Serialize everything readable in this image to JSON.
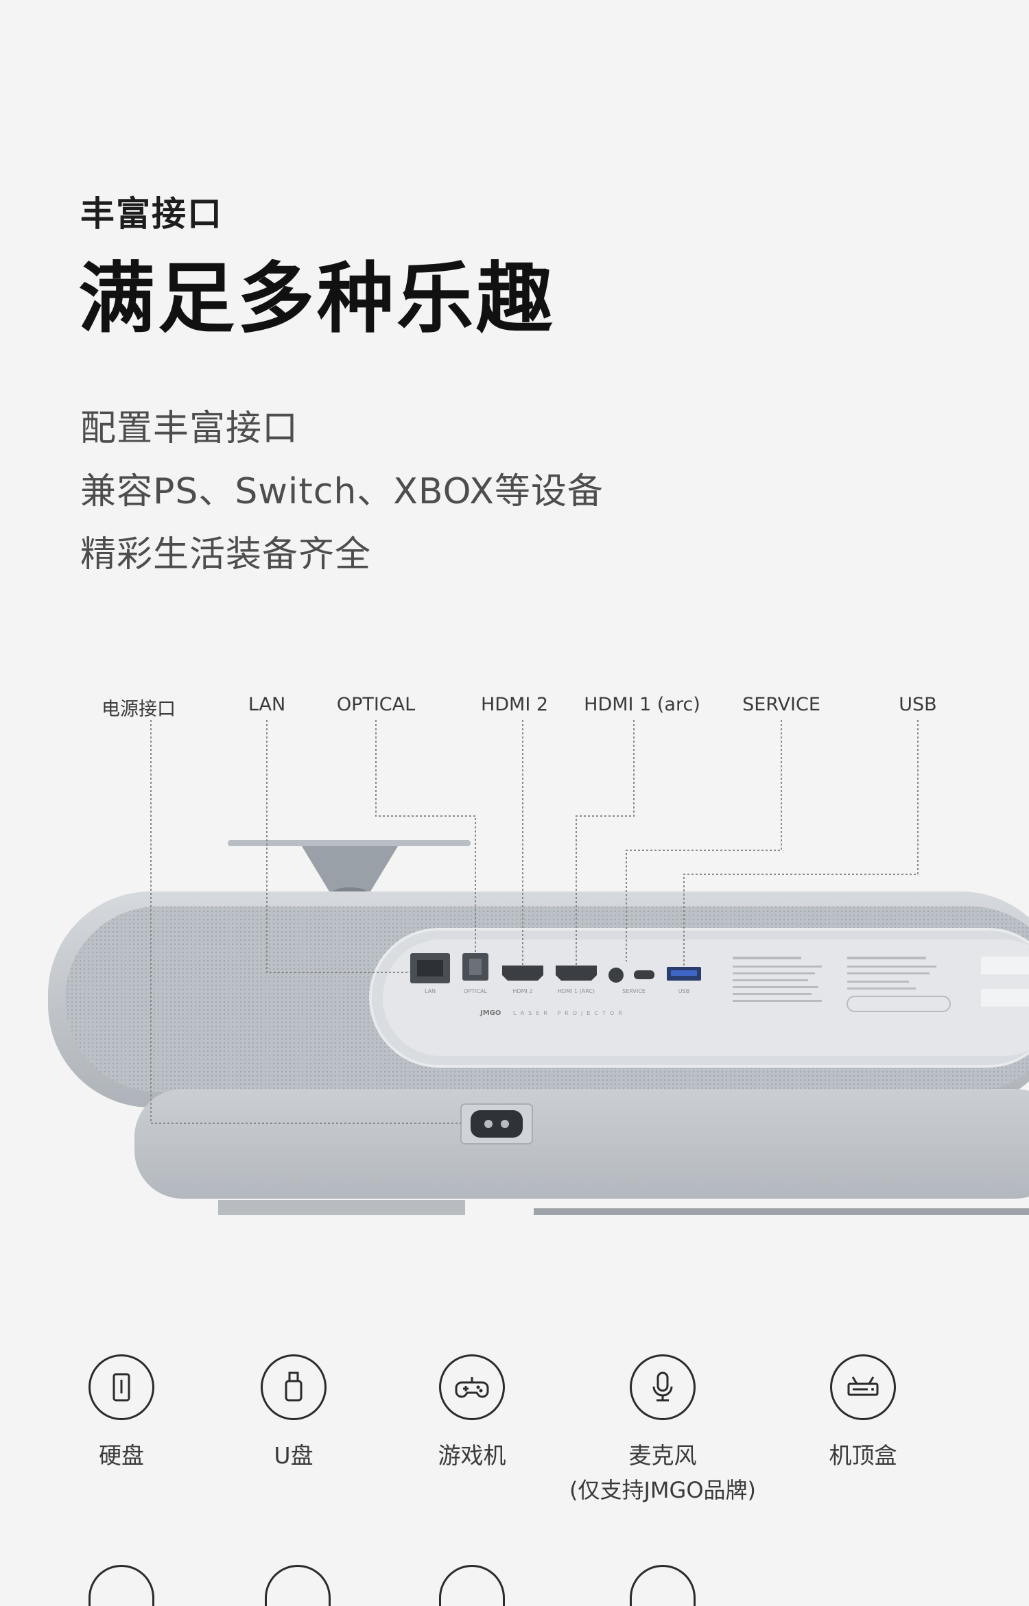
{
  "header": {
    "eyebrow": "丰富接口",
    "headline": "满足多种乐趣"
  },
  "description": {
    "line1": "配置丰富接口",
    "line2": "兼容PS、Switch、XBOX等设备",
    "line3": "精彩生活装备齐全"
  },
  "ports": [
    {
      "label": "电源接口"
    },
    {
      "label": "LAN"
    },
    {
      "label": "OPTICAL"
    },
    {
      "label": "HDMI 2"
    },
    {
      "label": "HDMI 1 (arc)"
    },
    {
      "label": "SERVICE"
    },
    {
      "label": "USB"
    }
  ],
  "devices": [
    {
      "label": "硬盘",
      "icon": "hard-drive-icon"
    },
    {
      "label": "U盘",
      "icon": "usb-drive-icon"
    },
    {
      "label": "游戏机",
      "icon": "gamepad-icon"
    },
    {
      "label": "麦克风",
      "note": "(仅支持JMGO品牌)",
      "icon": "microphone-icon"
    },
    {
      "label": "机顶盒",
      "icon": "set-top-box-icon"
    }
  ],
  "projector": {
    "brand": "JMGO",
    "tagline": "LASER PROJECTOR",
    "panel_labels": [
      "LAN",
      "OPTICAL",
      "HDMI 2",
      "HDMI 1 (ARC)",
      "SERVICE",
      "USB"
    ]
  },
  "colors": {
    "background": "#f4f4f4",
    "heading": "#111111",
    "body_text": "#4d4d4d",
    "projector_body": "#c9cdd2",
    "leader_line": "#8a8a8a"
  }
}
